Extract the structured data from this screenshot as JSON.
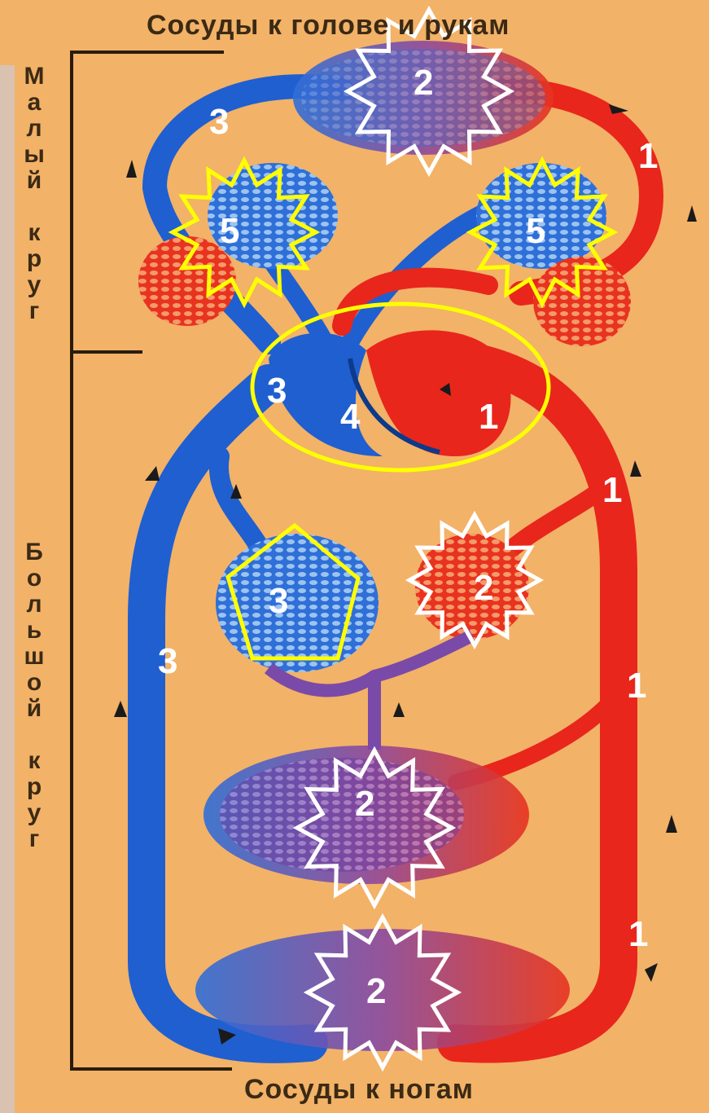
{
  "titles": {
    "top": "Сосуды к голове и рукам",
    "bottom": "Сосуды к ногам"
  },
  "side_labels": {
    "small_circle": [
      "М",
      "а",
      "л",
      "ы",
      "й",
      "",
      "к",
      "р",
      "у",
      "г"
    ],
    "big_circle": [
      "Б",
      "о",
      "л",
      "ь",
      "ш",
      "о",
      "й",
      "",
      "к",
      "р",
      "у",
      "г"
    ]
  },
  "markers": {
    "n1": "1",
    "n2": "2",
    "n3": "3",
    "n4": "4",
    "n5": "5"
  },
  "colors": {
    "background": "#f2b268",
    "artery": "#e8261c",
    "vein": "#1f5fd0",
    "capillary_mixed": "#7a4aa8",
    "highlight_yellow": "#ffff00",
    "highlight_white": "#ffffff"
  }
}
